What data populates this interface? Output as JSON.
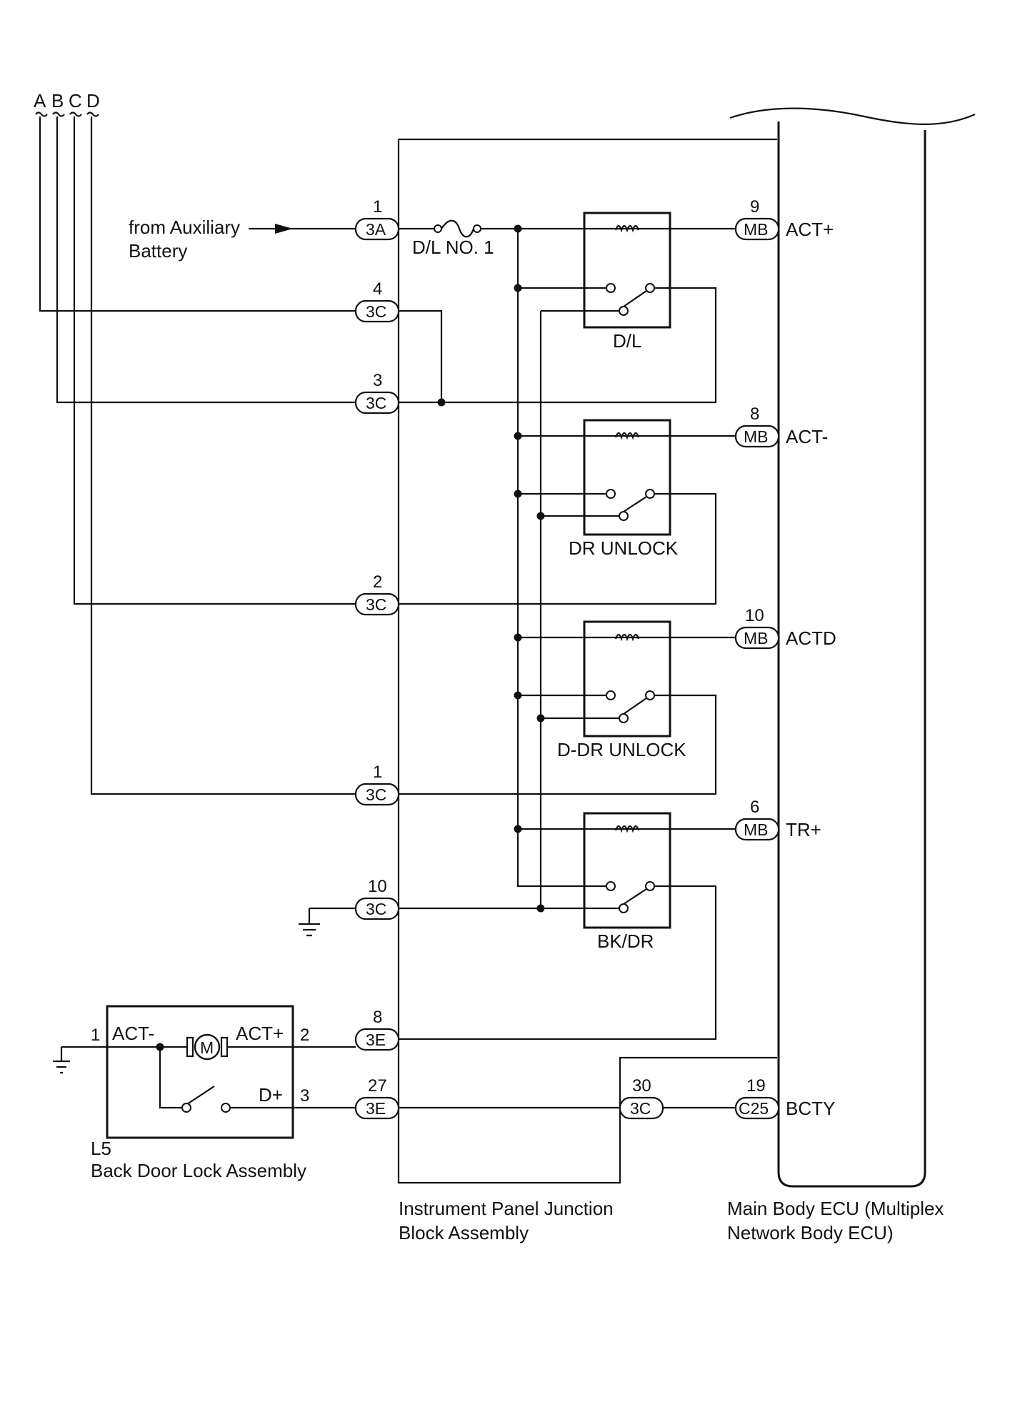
{
  "wire_letters": [
    "A",
    "B",
    "C",
    "D"
  ],
  "aux": {
    "line1": "from Auxiliary",
    "line2": "Battery"
  },
  "fuse": "D/L NO. 1",
  "connectors": {
    "c3a_1": {
      "pin": "1",
      "id": "3A"
    },
    "c3c_4": {
      "pin": "4",
      "id": "3C"
    },
    "c3c_3": {
      "pin": "3",
      "id": "3C"
    },
    "c3c_2": {
      "pin": "2",
      "id": "3C"
    },
    "c3c_1": {
      "pin": "1",
      "id": "3C"
    },
    "c3c_10": {
      "pin": "10",
      "id": "3C"
    },
    "c3e_8": {
      "pin": "8",
      "id": "3E"
    },
    "c3e_27": {
      "pin": "27",
      "id": "3E"
    },
    "c3c_30": {
      "pin": "30",
      "id": "3C"
    },
    "mb_9": {
      "pin": "9",
      "id": "MB"
    },
    "mb_8": {
      "pin": "8",
      "id": "MB"
    },
    "mb_10": {
      "pin": "10",
      "id": "MB"
    },
    "mb_6": {
      "pin": "6",
      "id": "MB"
    },
    "c25_19": {
      "pin": "19",
      "id": "C25"
    }
  },
  "relays": [
    "D/L",
    "DR UNLOCK",
    "D-DR UNLOCK",
    "BK/DR"
  ],
  "ecu_terminals": [
    "ACT+",
    "ACT-",
    "ACTD",
    "TR+",
    "BCTY"
  ],
  "lock_assembly": {
    "pin1": "1",
    "pin2": "2",
    "pin3": "3",
    "act_minus": "ACT-",
    "act_plus": "ACT+",
    "d_plus": "D+",
    "motor": "M",
    "code": "L5",
    "name": "Back Door Lock Assembly"
  },
  "captions": {
    "junction_line1": "Instrument Panel Junction",
    "junction_line2": "Block Assembly",
    "ecu_line1": "Main Body ECU (Multiplex",
    "ecu_line2": "Network Body ECU)"
  }
}
